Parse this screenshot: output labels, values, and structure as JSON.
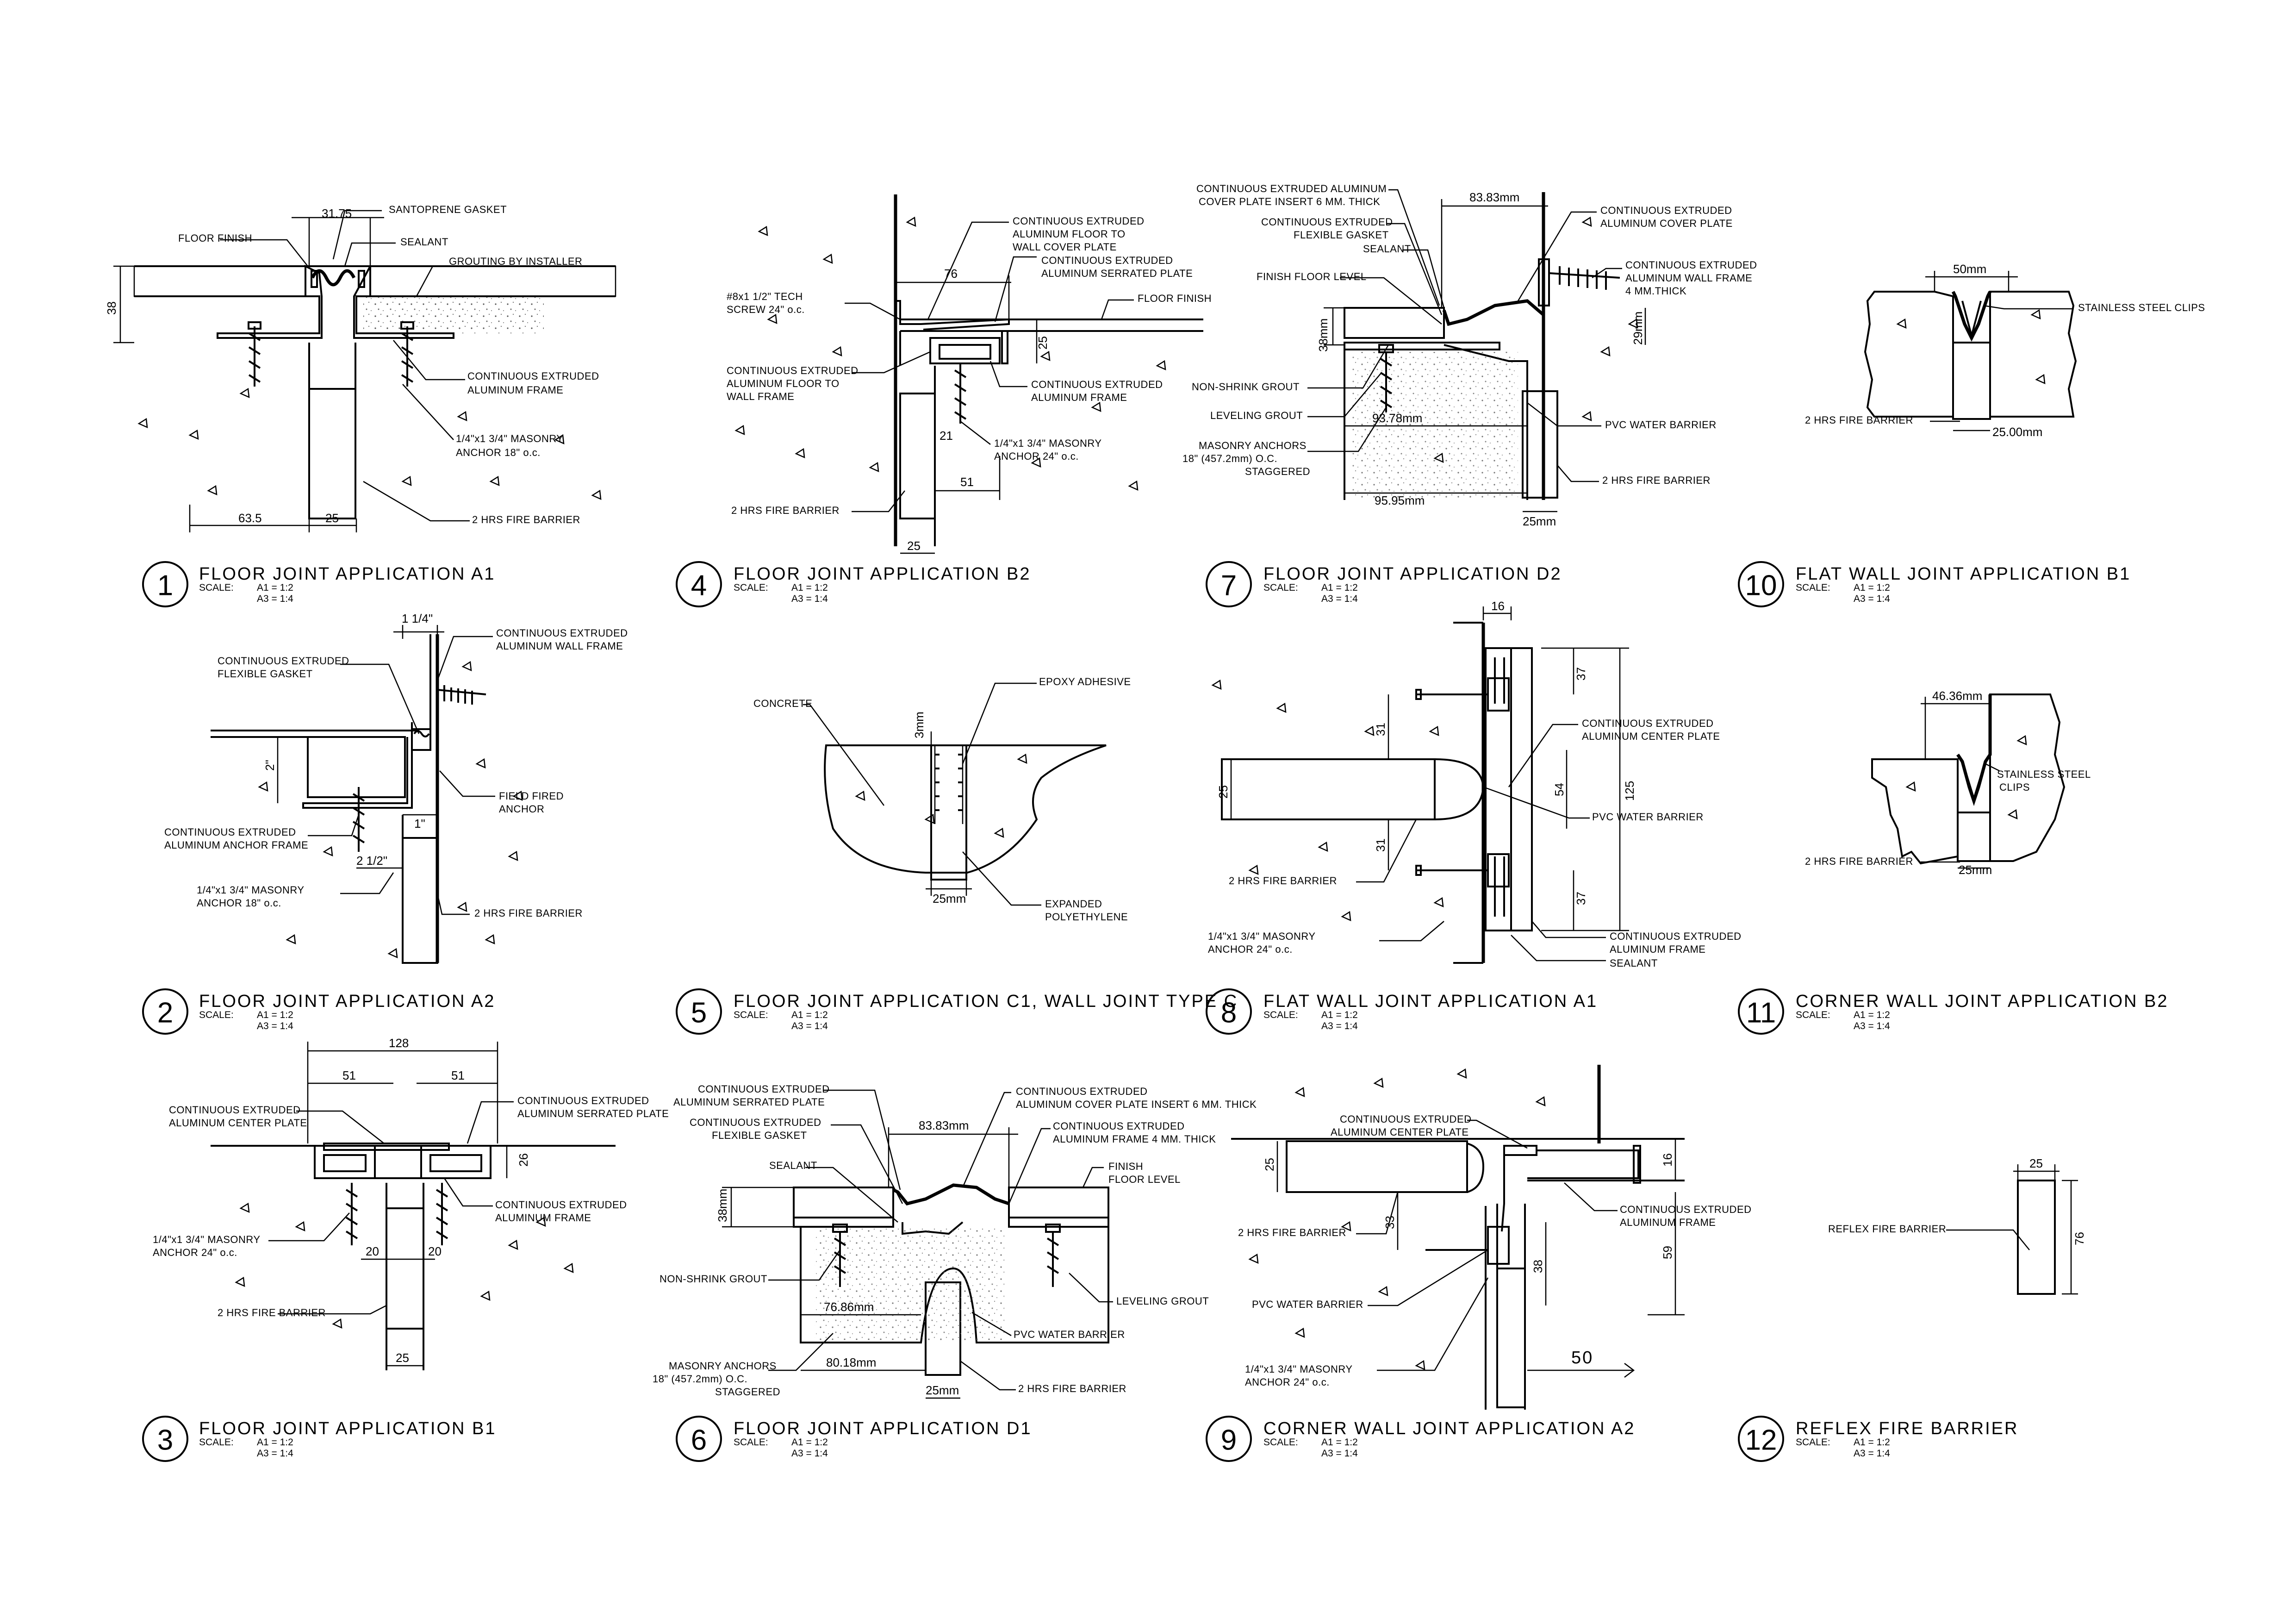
{
  "drawing": {
    "colors": {
      "ink": "#000000",
      "paper": "#ffffff",
      "concrete_fill": "#f4f4f4",
      "frame_fill": "#e8e8e8"
    },
    "details": [
      {
        "number": "1",
        "title": "FLOOR JOINT APPLICATION A1",
        "scale_label": "SCALE:",
        "scale_a1": "A1 = 1:2",
        "scale_a3": "A3 = 1:4",
        "notes": [
          "SANTOPRENE GASKET",
          "FLOOR FINISH",
          "SEALANT",
          "GROUTING BY INSTALLER",
          "CONTINUOUS EXTRUDED",
          "ALUMINUM FRAME",
          "1/4\"x1 3/4\" MASONRY",
          "ANCHOR 18\" o.c.",
          "2 HRS FIRE BARRIER"
        ],
        "dims": [
          "31.75",
          "38",
          "63.5",
          "25"
        ]
      },
      {
        "number": "2",
        "title": "FLOOR JOINT APPLICATION A2",
        "scale_label": "SCALE:",
        "scale_a1": "A1 = 1:2",
        "scale_a3": "A3 = 1:4",
        "notes": [
          "CONTINUOUS EXTRUDED",
          "ALUMINUM WALL FRAME",
          "CONTINUOUS EXTRUDED",
          "FLEXIBLE GASKET",
          "FIELD FIRED",
          "ANCHOR",
          "CONTINUOUS EXTRUDED",
          "ALUMINUM ANCHOR FRAME",
          "1/4\"x1 3/4\" MASONRY",
          "ANCHOR 18\" o.c.",
          "2 HRS FIRE BARRIER"
        ],
        "dims": [
          "1 1/4\"",
          "2\"",
          "1\"",
          "2 1/2\""
        ]
      },
      {
        "number": "3",
        "title": "FLOOR JOINT APPLICATION B1",
        "scale_label": "SCALE:",
        "scale_a1": "A1 = 1:2",
        "scale_a3": "A3 = 1:4",
        "notes": [
          "CONTINUOUS EXTRUDED",
          "ALUMINUM CENTER PLATE",
          "CONTINUOUS EXTRUDED",
          "ALUMINUM SERRATED PLATE",
          "CONTINUOUS EXTRUDED",
          "ALUMINUM FRAME",
          "1/4\"x1 3/4\" MASONRY",
          "ANCHOR 24\" o.c.",
          "2 HRS FIRE BARRIER"
        ],
        "dims": [
          "128",
          "51",
          "51",
          "26",
          "20",
          "20",
          "25"
        ]
      },
      {
        "number": "4",
        "title": "FLOOR JOINT APPLICATION B2",
        "scale_label": "SCALE:",
        "scale_a1": "A1 = 1:2",
        "scale_a3": "A3 = 1:4",
        "notes": [
          "CONTINUOUS EXTRUDED",
          "ALUMINUM FLOOR TO",
          "WALL COVER PLATE",
          "CONTINUOUS EXTRUDED",
          "ALUMINUM SERRATED PLATE",
          "#8x1 1/2\" TECH",
          "SCREW 24\" o.c.",
          "FLOOR FINISH",
          "CONTINUOUS EXTRUDED",
          "ALUMINUM FLOOR TO",
          "WALL FRAME",
          "CONTINUOUS EXTRUDED",
          "ALUMINUM FRAME",
          "1/4\"x1 3/4\" MASONRY",
          "ANCHOR 24\" o.c.",
          "2 HRS FIRE BARRIER"
        ],
        "dims": [
          "76",
          "25",
          "21",
          "51",
          "25"
        ]
      },
      {
        "number": "5",
        "title": "FLOOR JOINT APPLICATION C1, WALL JOINT TYPE C",
        "scale_label": "SCALE:",
        "scale_a1": "A1 = 1:2",
        "scale_a3": "A3 = 1:4",
        "notes": [
          "CONCRETE",
          "EPOXY ADHESIVE",
          "EXPANDED",
          "POLYETHYLENE"
        ],
        "dims": [
          "3mm",
          "25mm"
        ]
      },
      {
        "number": "6",
        "title": "FLOOR JOINT APPLICATION D1",
        "scale_label": "SCALE:",
        "scale_a1": "A1 = 1:2",
        "scale_a3": "A3 = 1:4",
        "notes": [
          "CONTINUOUS EXTRUDED",
          "ALUMINUM SERRATED PLATE",
          "CONTINUOUS EXTRUDED",
          "FLEXIBLE GASKET",
          "SEALANT",
          "CONTINUOUS EXTRUDED",
          "ALUMINUM COVER PLATE INSERT 6 MM. THICK",
          "CONTINUOUS EXTRUDED",
          "ALUMINUM FRAME 4 MM. THICK",
          "FINISH",
          "FLOOR LEVEL",
          "NON-SHRINK GROUT",
          "LEVELING GROUT",
          "PVC WATER BARRIER",
          "MASONRY ANCHORS",
          "18\" (457.2mm) O.C.",
          "STAGGERED",
          "2 HRS FIRE BARRIER"
        ],
        "dims": [
          "83.83mm",
          "38mm",
          "76.86mm",
          "80.18mm",
          "25mm"
        ]
      },
      {
        "number": "7",
        "title": "FLOOR JOINT APPLICATION D2",
        "scale_label": "SCALE:",
        "scale_a1": "A1 = 1:2",
        "scale_a3": "A3 = 1:4",
        "notes": [
          "CONTINUOUS EXTRUDED ALUMINUM",
          "COVER PLATE INSERT 6 MM. THICK",
          "CONTINUOUS EXTRUDED",
          "FLEXIBLE GASKET",
          "SEALANT",
          "FINISH FLOOR LEVEL",
          "CONTINUOUS EXTRUDED",
          "ALUMINUM COVER PLATE",
          "CONTINUOUS EXTRUDED",
          "ALUMINUM WALL FRAME",
          "4 MM.THICK",
          "NON-SHRINK GROUT",
          "LEVELING GROUT",
          "MASONRY ANCHORS",
          "18\" (457.2mm) O.C.",
          "STAGGERED",
          "PVC WATER BARRIER",
          "2 HRS FIRE BARRIER"
        ],
        "dims": [
          "83.83mm",
          "38mm",
          "29mm",
          "93.78mm",
          "95.95mm",
          "25mm"
        ]
      },
      {
        "number": "8",
        "title": "FLAT WALL JOINT APPLICATION A1",
        "scale_label": "SCALE:",
        "scale_a1": "A1 = 1:2",
        "scale_a3": "A3 = 1:4",
        "notes": [
          "CONTINUOUS EXTRUDED",
          "ALUMINUM CENTER PLATE",
          "PVC WATER BARRIER",
          "2 HRS FIRE BARRIER",
          "1/4\"x1 3/4\" MASONRY",
          "ANCHOR 24\" o.c.",
          "CONTINUOUS EXTRUDED",
          "ALUMINUM FRAME",
          "SEALANT"
        ],
        "dims": [
          "16",
          "37",
          "31",
          "25",
          "54",
          "125",
          "31",
          "37"
        ]
      },
      {
        "number": "9",
        "title": "CORNER WALL JOINT APPLICATION A2",
        "scale_label": "SCALE:",
        "scale_a1": "A1 = 1:2",
        "scale_a3": "A3 = 1:4",
        "notes": [
          "CONTINUOUS EXTRUDED",
          "ALUMINUM CENTER PLATE",
          "2 HRS FIRE BARRIER",
          "CONTINUOUS EXTRUDED",
          "ALUMINUM FRAME",
          "PVC WATER BARRIER",
          "1/4\"x1 3/4\" MASONRY",
          "ANCHOR 24\" o.c."
        ],
        "dims": [
          "25",
          "16",
          "33",
          "38",
          "59",
          "50"
        ]
      },
      {
        "number": "10",
        "title": "FLAT WALL JOINT APPLICATION B1",
        "scale_label": "SCALE:",
        "scale_a1": "A1 = 1:2",
        "scale_a3": "A3 = 1:4",
        "notes": [
          "STAINLESS STEEL CLIPS",
          "2 HRS FIRE BARRIER"
        ],
        "dims": [
          "50mm",
          "25.00mm"
        ]
      },
      {
        "number": "11",
        "title": "CORNER WALL JOINT APPLICATION B2",
        "scale_label": "SCALE:",
        "scale_a1": "A1 = 1:2",
        "scale_a3": "A3 = 1:4",
        "notes": [
          "STAINLESS STEEL",
          "CLIPS",
          "2 HRS FIRE BARRIER"
        ],
        "dims": [
          "46.36mm",
          "25mm"
        ]
      },
      {
        "number": "12",
        "title": "REFLEX FIRE BARRIER",
        "scale_label": "SCALE:",
        "scale_a1": "A1 = 1:2",
        "scale_a3": "A3 = 1:4",
        "notes": [
          "REFLEX FIRE BARRIER"
        ],
        "dims": [
          "25",
          "76"
        ]
      }
    ]
  }
}
